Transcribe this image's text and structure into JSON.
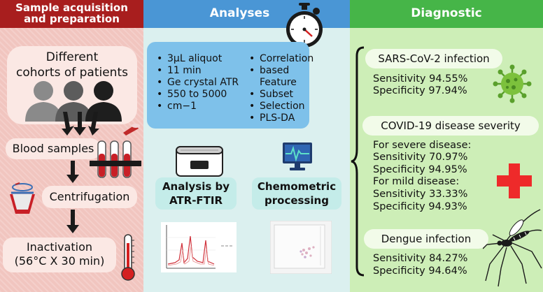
{
  "sample": {
    "header": "Sample acquisition and preparation",
    "header_line1": "Sample acquisition",
    "header_line2": "and preparation",
    "cohorts_line1": "Different",
    "cohorts_line2": "cohorts of patients",
    "blood": "Blood samples",
    "centrifugation": "Centrifugation",
    "inactivation_line1": "Inactivation",
    "inactivation_line2": "(56°C X 30 min)"
  },
  "analyses": {
    "header": "Analyses",
    "params": [
      "3µL aliquot",
      "11 min",
      "Ge crystal ATR",
      "550 to 5000",
      "cm−1"
    ],
    "methods": [
      "Correlation",
      "based Feature",
      "Subset",
      "Selection",
      "PLS-DA"
    ],
    "atr_label_line1": "Analysis by",
    "atr_label_line2": "ATR-FTIR",
    "chemo_label_line1": "Chemometric",
    "chemo_label_line2": "processing"
  },
  "diagnostic": {
    "header": "Diagnostic",
    "sars": {
      "title": "SARS-CoV-2 infection",
      "sensitivity": "Sensitivity 94.55%",
      "specificity": "Specificity 97.94%"
    },
    "severity": {
      "title": "COVID-19 disease severity",
      "severe_label": "For severe disease:",
      "severe_sensitivity": "Sensitivity 70.97%",
      "severe_specificity": "Specificity 94.95%",
      "mild_label": "For mild disease:",
      "mild_sensitivity": "Sensitivity 33.33%",
      "mild_specificity": "Specificity 94.93%"
    },
    "dengue": {
      "title": "Dengue infection",
      "sensitivity": "Sensitivity 84.27%",
      "specificity": "Specificity 94.64%"
    }
  },
  "icons": [
    "people-icon",
    "blood-tubes-icon",
    "centrifuge-icon",
    "thermometer-icon",
    "stopwatch-icon",
    "atr-ftir-instrument-icon",
    "computer-monitor-icon",
    "spectrum-plot-icon",
    "score-plot-icon",
    "virus-icon",
    "red-cross-icon",
    "mosquito-icon"
  ],
  "colors": {
    "sample_header": "#a81e1e",
    "analyses_header": "#4a96d5",
    "diagnostic_header": "#46b548"
  }
}
